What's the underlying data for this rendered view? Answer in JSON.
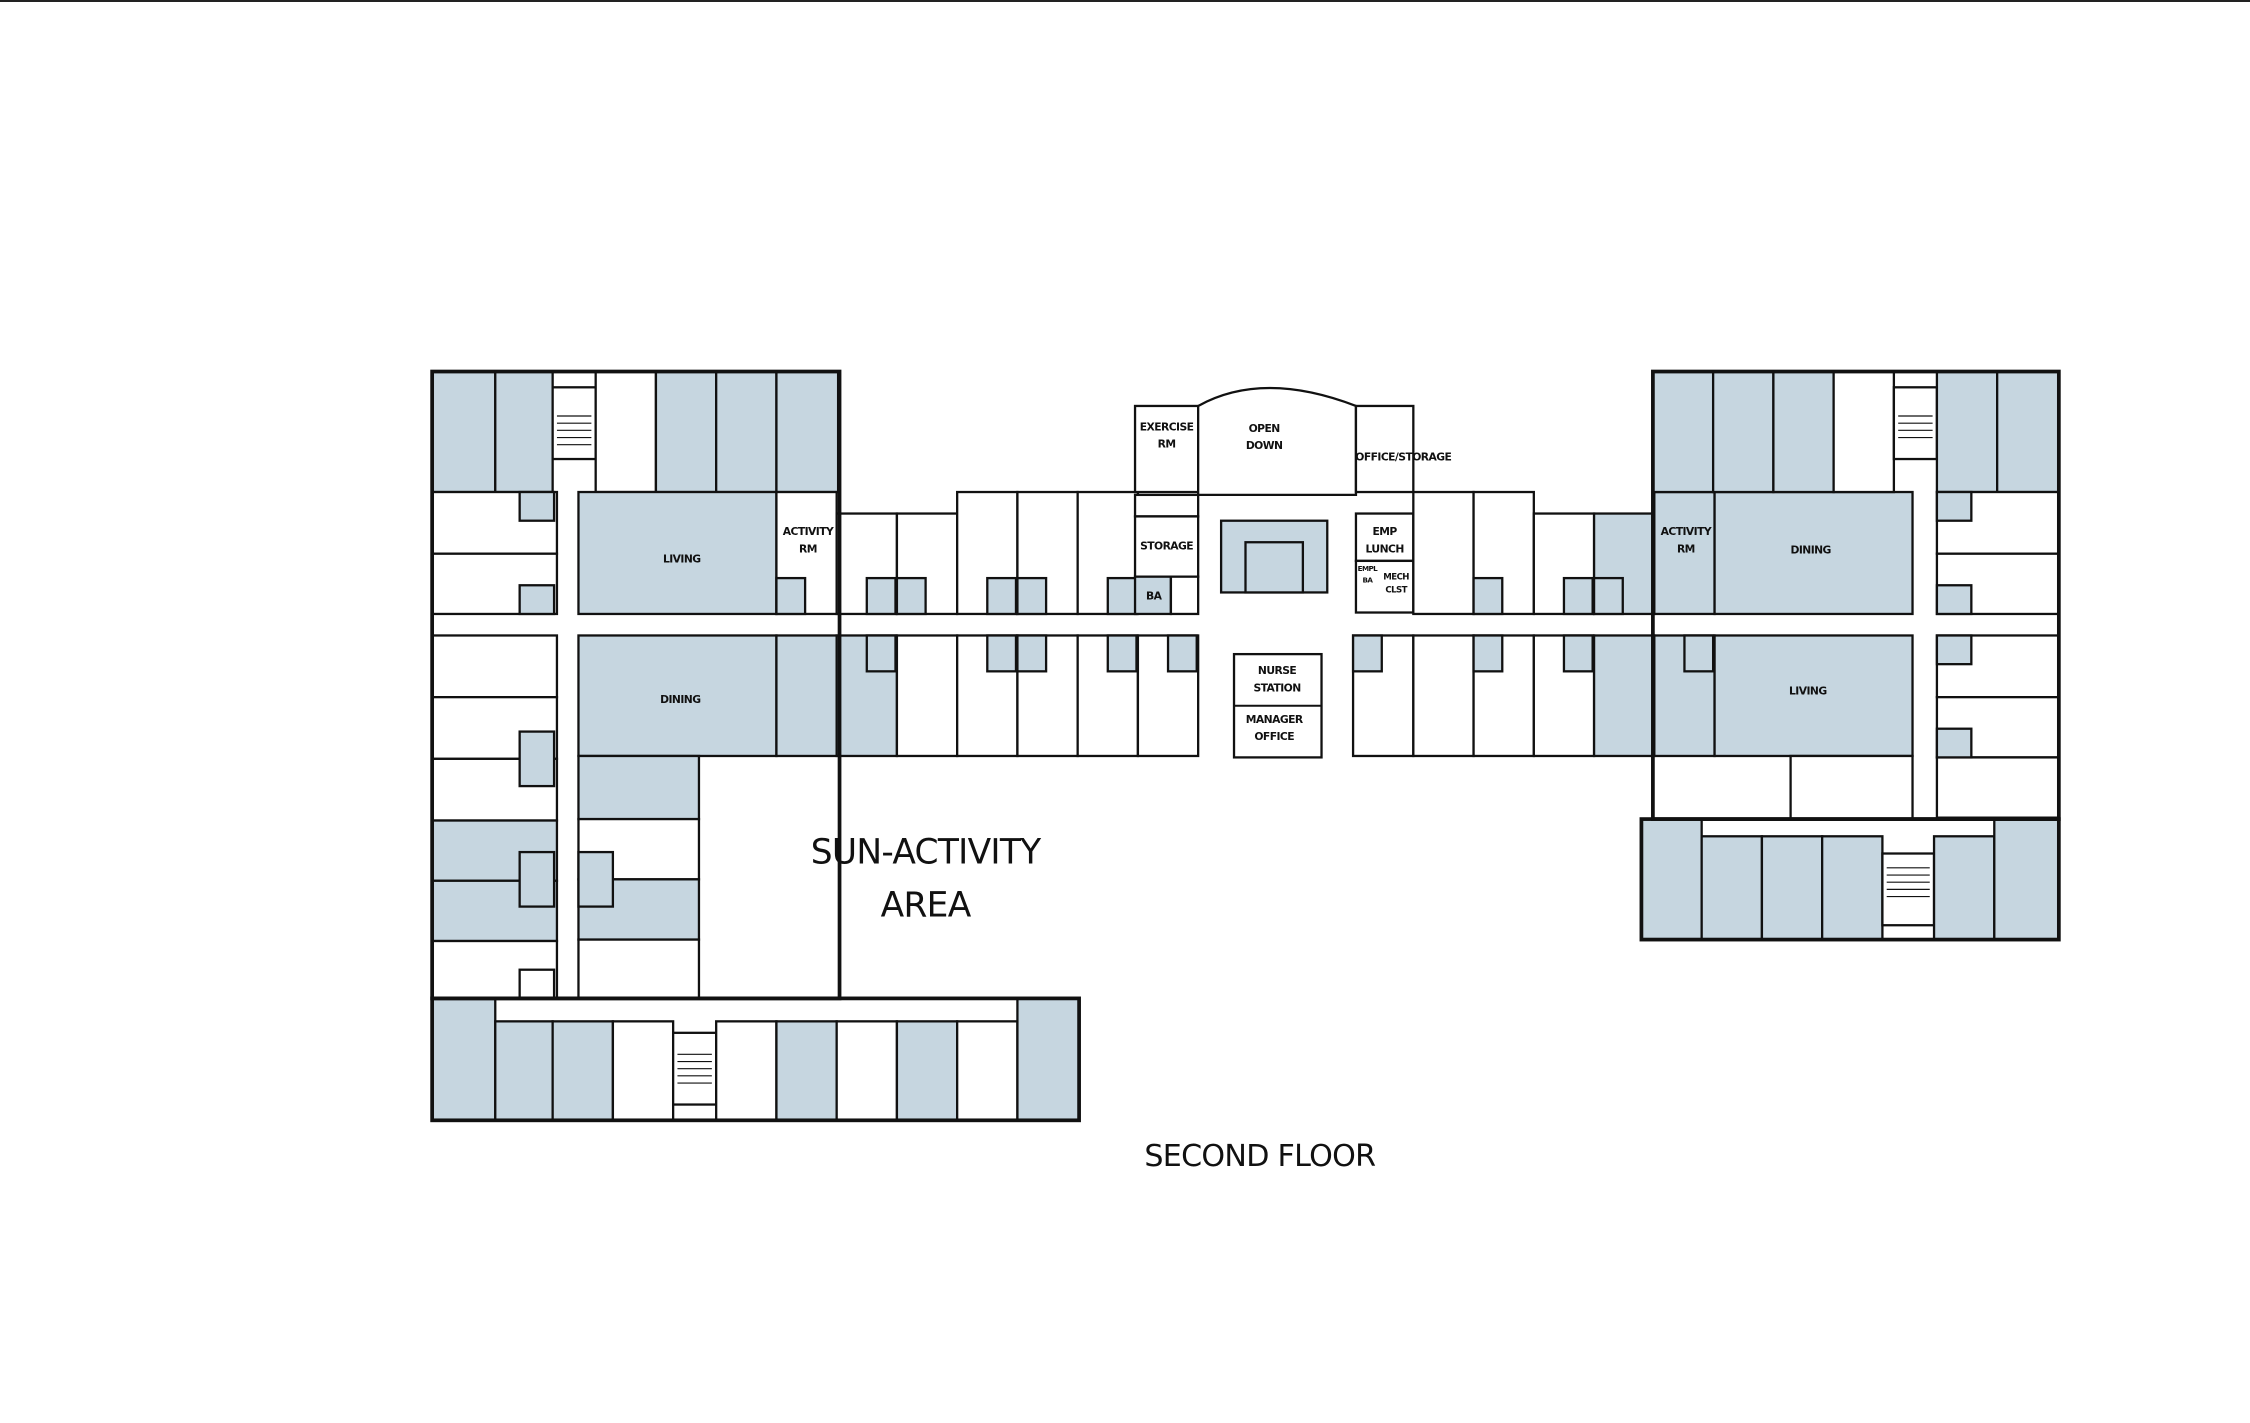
{
  "plan": {
    "title": "SECOND FLOOR",
    "courtyard": {
      "line1": "SUN-ACTIVITY",
      "line2": "AREA"
    },
    "rooms": {
      "left_living": "LIVING",
      "left_dining": "DINING",
      "left_activity": {
        "line1": "ACTIVITY",
        "line2": "RM"
      },
      "right_dining": "DINING",
      "right_living": "LIVING",
      "right_activity": {
        "line1": "ACTIVITY",
        "line2": "RM"
      },
      "exercise": {
        "line1": "EXERCISE",
        "line2": "RM"
      },
      "open_down": {
        "line1": "OPEN",
        "line2": "DOWN"
      },
      "office_storage": "OFFICE/STORAGE",
      "storage": "STORAGE",
      "ba": "BA",
      "emp_lunch": {
        "line1": "EMP",
        "line2": "LUNCH"
      },
      "empl_ba": {
        "line1": "EMPL",
        "line2": "BA"
      },
      "mech_clst": {
        "line1": "MECH",
        "line2": "CLST"
      },
      "nurse_station": {
        "line1": "NURSE",
        "line2": "STATION"
      },
      "manager_office": {
        "line1": "MANAGER",
        "line2": "OFFICE"
      }
    },
    "colors": {
      "room_fill": "#c6d6e0",
      "wall": "#111111"
    }
  }
}
